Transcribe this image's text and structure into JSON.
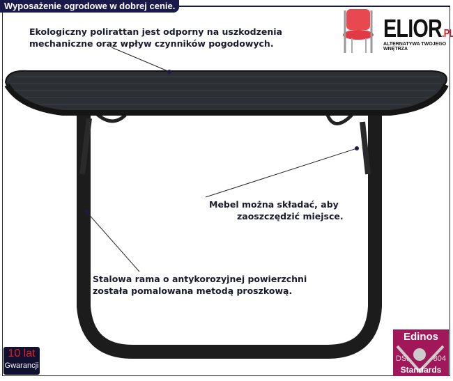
{
  "banner": "Wyposażenie ogrodowe w dobrej cenie.",
  "logo": {
    "name": "ELIOR",
    "suffix": ".PL",
    "tagline": "ALTERNATYWA TWOJEGO WNĘTRZA"
  },
  "notes": [
    {
      "line1": "Ekologiczny polirattan jest odporny na uszkodzenia",
      "line2": "mechaniczne oraz wpływ czynników pogodowych."
    },
    {
      "line1": "Mebel można składać, aby",
      "line2": "zaoszczędzić miejsce."
    },
    {
      "line1": "Stalowa rama o antykorozyjnej powierzchni",
      "line2": "została pomalowana metodą proszkową."
    }
  ],
  "warranty": {
    "years": "10 lat",
    "label": "Gwarancji"
  },
  "cert": {
    "brand": "Edinos",
    "left": "DSI",
    "right": "804",
    "label": "Standards"
  }
}
